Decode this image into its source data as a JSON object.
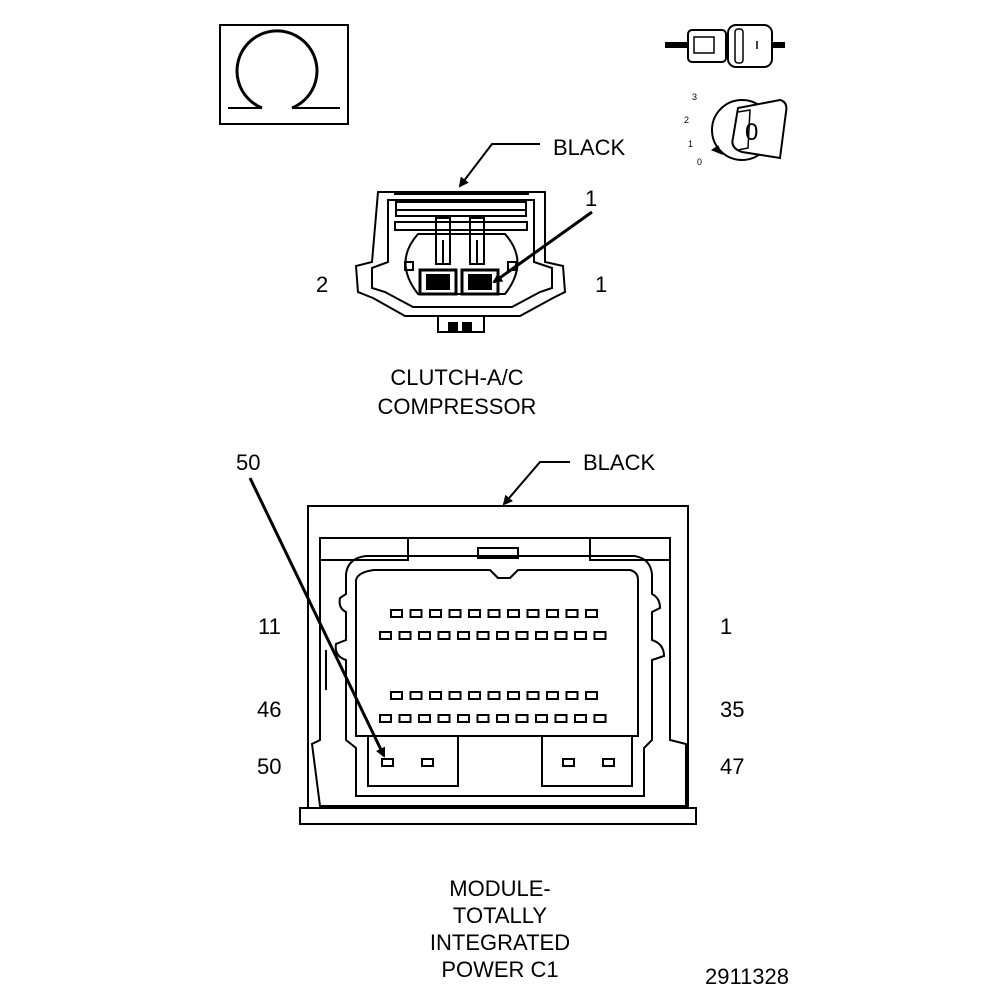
{
  "symbols": {
    "ohm_meter": "ohm-symbol-icon",
    "connector_disconnected": "disconnected-connector-icon",
    "ignition_key": "ignition-key-off-icon",
    "key_positions": [
      "3",
      "2",
      "1",
      "0"
    ],
    "key_face_label": "0"
  },
  "clutch_connector": {
    "color_label": "BLACK",
    "pointer_pin_label": "1",
    "left_cavity_label": "2",
    "right_cavity_label": "1",
    "caption_line1": "CLUTCH-A/C",
    "caption_line2": "COMPRESSOR"
  },
  "tipm_connector": {
    "pointer_pin_label": "50",
    "color_label": "BLACK",
    "row_labels_left": [
      "11",
      "46",
      "50"
    ],
    "row_labels_right": [
      "1",
      "35",
      "47"
    ],
    "caption_lines": [
      "MODULE-",
      "TOTALLY",
      "INTEGRATED",
      "POWER C1"
    ]
  },
  "figure_number": "2911328"
}
